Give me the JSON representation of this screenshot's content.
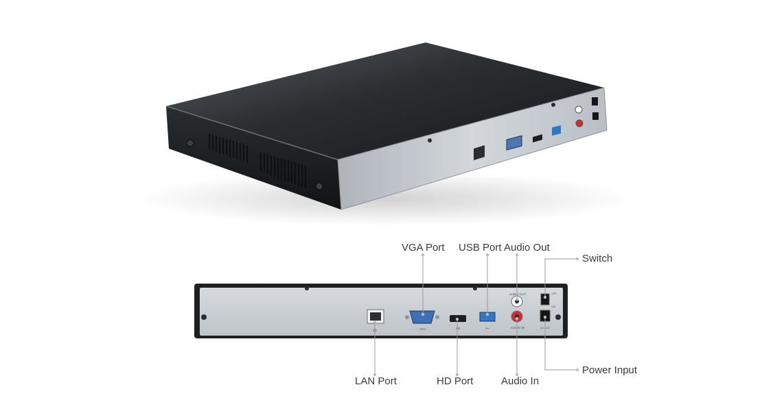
{
  "callouts": {
    "vga_port": "VGA Port",
    "usb_port": "USB Port",
    "audio_out": "Audio Out",
    "switch": "Switch",
    "power_input": "Power Input",
    "lan_port": "LAN Port",
    "hd_port": "HD Port",
    "audio_in": "Audio In"
  },
  "panel_labels": {
    "vga": "VGA",
    "hd": "HD",
    "audio_out": "AUDIO OUT",
    "audio_in": "AUDIO IN",
    "on": "ON",
    "off": "OFF",
    "dc": "DC 12V"
  },
  "colors": {
    "chassis": "#1f2224",
    "rear_panel": "#c9ced3",
    "vga_connector": "#3f6fb5",
    "usb_connector": "#2f78c4",
    "audio_out_ring": "#ffffff",
    "audio_in_ring": "#d42c2c",
    "callout_text": "#3a3a3a",
    "leader_line": "#9a9a9a"
  },
  "icons": [
    "lan-icon",
    "usb-icon",
    "screw-icon"
  ]
}
